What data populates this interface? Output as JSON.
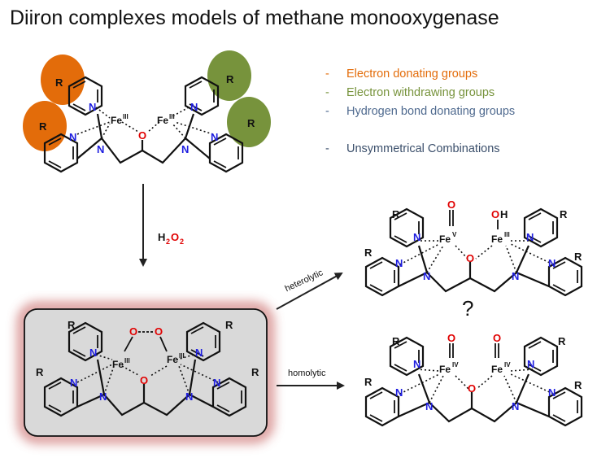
{
  "title": "Diiron complexes models of methane monooxygenase",
  "legend": [
    {
      "dash": "-",
      "text": "Electron donating groups",
      "color": "#E36C0A"
    },
    {
      "dash": "-",
      "text": "Electron withdrawing groups",
      "color": "#77933C"
    },
    {
      "dash": "-",
      "text": "Hydrogen bond donating groups",
      "color": "#4F6A8F"
    },
    {
      "dash": "-",
      "text": "Unsymmetrical Combinations",
      "color": "#3B4F6B"
    }
  ],
  "reagent": {
    "h": "H",
    "sub1": "2",
    "o": "O",
    "sub2": "2"
  },
  "arrow_labels": {
    "heterolytic": "heterolytic",
    "homolytic": "homolytic",
    "question": "?"
  },
  "atoms": {
    "R": "R",
    "N": "N",
    "O": "O",
    "H": "H",
    "Fe": "Fe"
  },
  "oxidation": {
    "III": "III",
    "IV": "IV",
    "V": "V"
  },
  "colors": {
    "donating": "#E36C0A",
    "withdrawing": "#77933C",
    "nitrogen": "#1F1FE0",
    "oxygen": "#E00000",
    "highlight_box_fill": "#D9D9D9",
    "highlight_glow": "#C0504D"
  }
}
